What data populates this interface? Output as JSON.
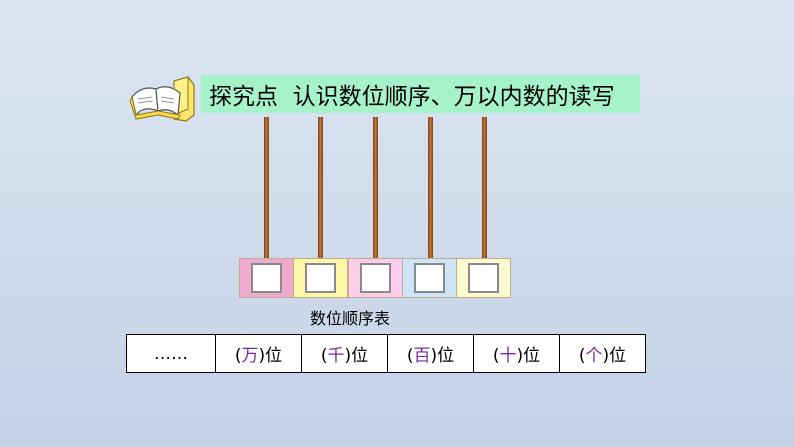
{
  "title": "探究点  认识数位顺序、万以内数的读写",
  "table_caption": "数位顺序表",
  "place_columns": [
    {
      "text": "……"
    },
    {
      "open": "(",
      "place": "万",
      "close": ")位"
    },
    {
      "open": "(",
      "place": "千",
      "close": ")位"
    },
    {
      "open": "(",
      "place": "百",
      "close": ")位"
    },
    {
      "open": "(",
      "place": "十",
      "close": ")位"
    },
    {
      "open": "(",
      "place": "个",
      "close": ")位"
    }
  ],
  "colors": {
    "banner": "#a6f2c9",
    "place_text": "#7a2aa0",
    "rod": "#b06a30",
    "box_colors": [
      "#f0a9cf",
      "#fff6aa",
      "#fccdea",
      "#cde5f7",
      "#fdfad2"
    ]
  },
  "icons": [
    "book-icon"
  ]
}
